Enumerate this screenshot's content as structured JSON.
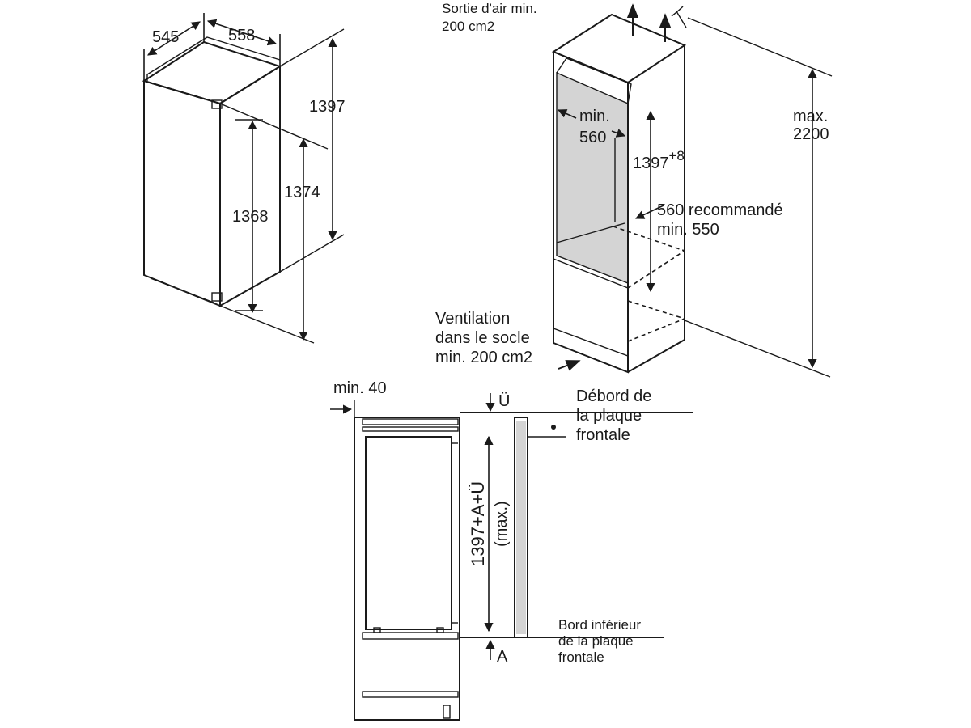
{
  "appliance": {
    "width": "558",
    "depth": "545",
    "height_total": "1397",
    "height_body": "1374",
    "height_door": "1368"
  },
  "niche": {
    "air_outlet_line1": "Sortie d'air min.",
    "air_outlet_line2": "200 cm2",
    "depth_min_line1": "min.",
    "depth_min_line2": "560",
    "height": "1397",
    "height_tolerance": "+8",
    "width_line1": "560 recommandé",
    "width_line2": "min. 550",
    "max_height_line1": "max.",
    "max_height_line2": "2200",
    "vent_line1": "Ventilation",
    "vent_line2": "dans le socle",
    "vent_line3": "min. 200 cm2"
  },
  "side_view": {
    "min_gap": "min. 40",
    "overhang_symbol": "Ü",
    "overhang_line1": "Débord de",
    "overhang_line2": "la plaque",
    "overhang_line3": "frontale",
    "front_height_line1": "1397+A+Ü",
    "front_height_line2": "(max.)",
    "bottom_symbol": "A",
    "bottom_line1": "Bord inférieur",
    "bottom_line2": "de la plaque",
    "bottom_line3": "frontale"
  }
}
